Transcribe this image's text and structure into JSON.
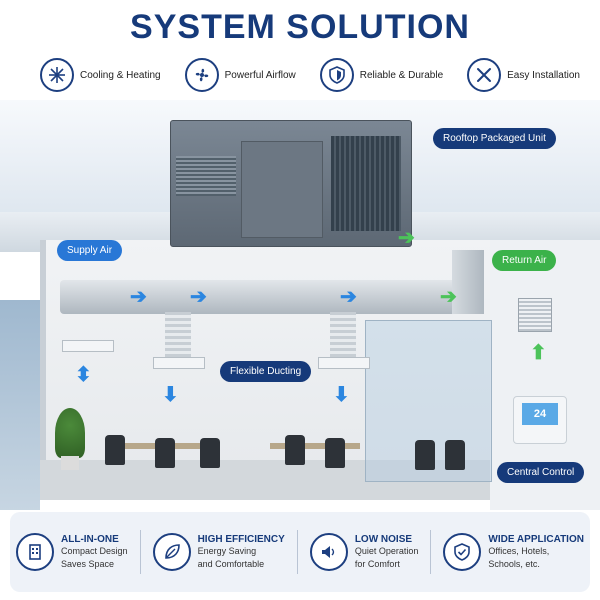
{
  "title": "SYSTEM SOLUTION",
  "features": [
    {
      "icon": "snowflake-sun-icon",
      "label": "Cooling & Heating"
    },
    {
      "icon": "fan-icon",
      "label": "Powerful Airflow"
    },
    {
      "icon": "shield-icon",
      "label": "Reliable & Durable"
    },
    {
      "icon": "tools-icon",
      "label": "Easy Installation"
    }
  ],
  "callouts": {
    "rooftop_unit": "Rooftop Packaged Unit",
    "supply_air": "Supply Air",
    "return_air": "Return Air",
    "flexible_ducting": "Flexible Ducting",
    "central_control": "Central Control"
  },
  "thermostat_reading": "24",
  "bottom_features": [
    {
      "icon": "building-icon",
      "title": "ALL-IN-ONE",
      "line1": "Compact Design",
      "line2": "Saves Space"
    },
    {
      "icon": "leaf-icon",
      "title": "HIGH EFFICIENCY",
      "line1": "Energy Saving",
      "line2": "and Comfortable"
    },
    {
      "icon": "speaker-icon",
      "title": "LOW NOISE",
      "line1": "Quiet Operation",
      "line2": "for Comfort"
    },
    {
      "icon": "shield-check-icon",
      "title": "WIDE APPLICATION",
      "line1": "Offices, Hotels,",
      "line2": "Schools, etc."
    }
  ],
  "colors": {
    "navy": "#163a7a",
    "supply_blue": "#2877d6",
    "return_green": "#3bb24a"
  }
}
